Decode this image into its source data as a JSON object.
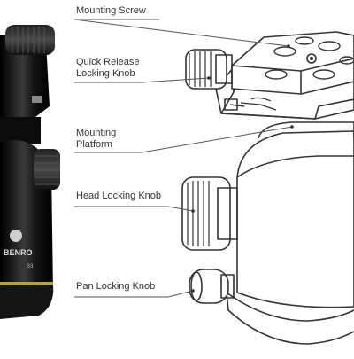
{
  "labels": {
    "mounting_screw": "Mounting Screw",
    "quick_release_line1": "Quick Release",
    "quick_release_line2": "Locking Knob",
    "mounting_platform_line1": "Mounting",
    "mounting_platform_line2": "Platform",
    "head_locking_knob": "Head Locking Knob",
    "pan_locking_knob": "Pan Locking Knob"
  },
  "brand": {
    "logo_text": "BENRO",
    "model_text": "B3"
  },
  "colors": {
    "line": "#333333",
    "photo_body": "#111111",
    "background": "#ffffff"
  }
}
